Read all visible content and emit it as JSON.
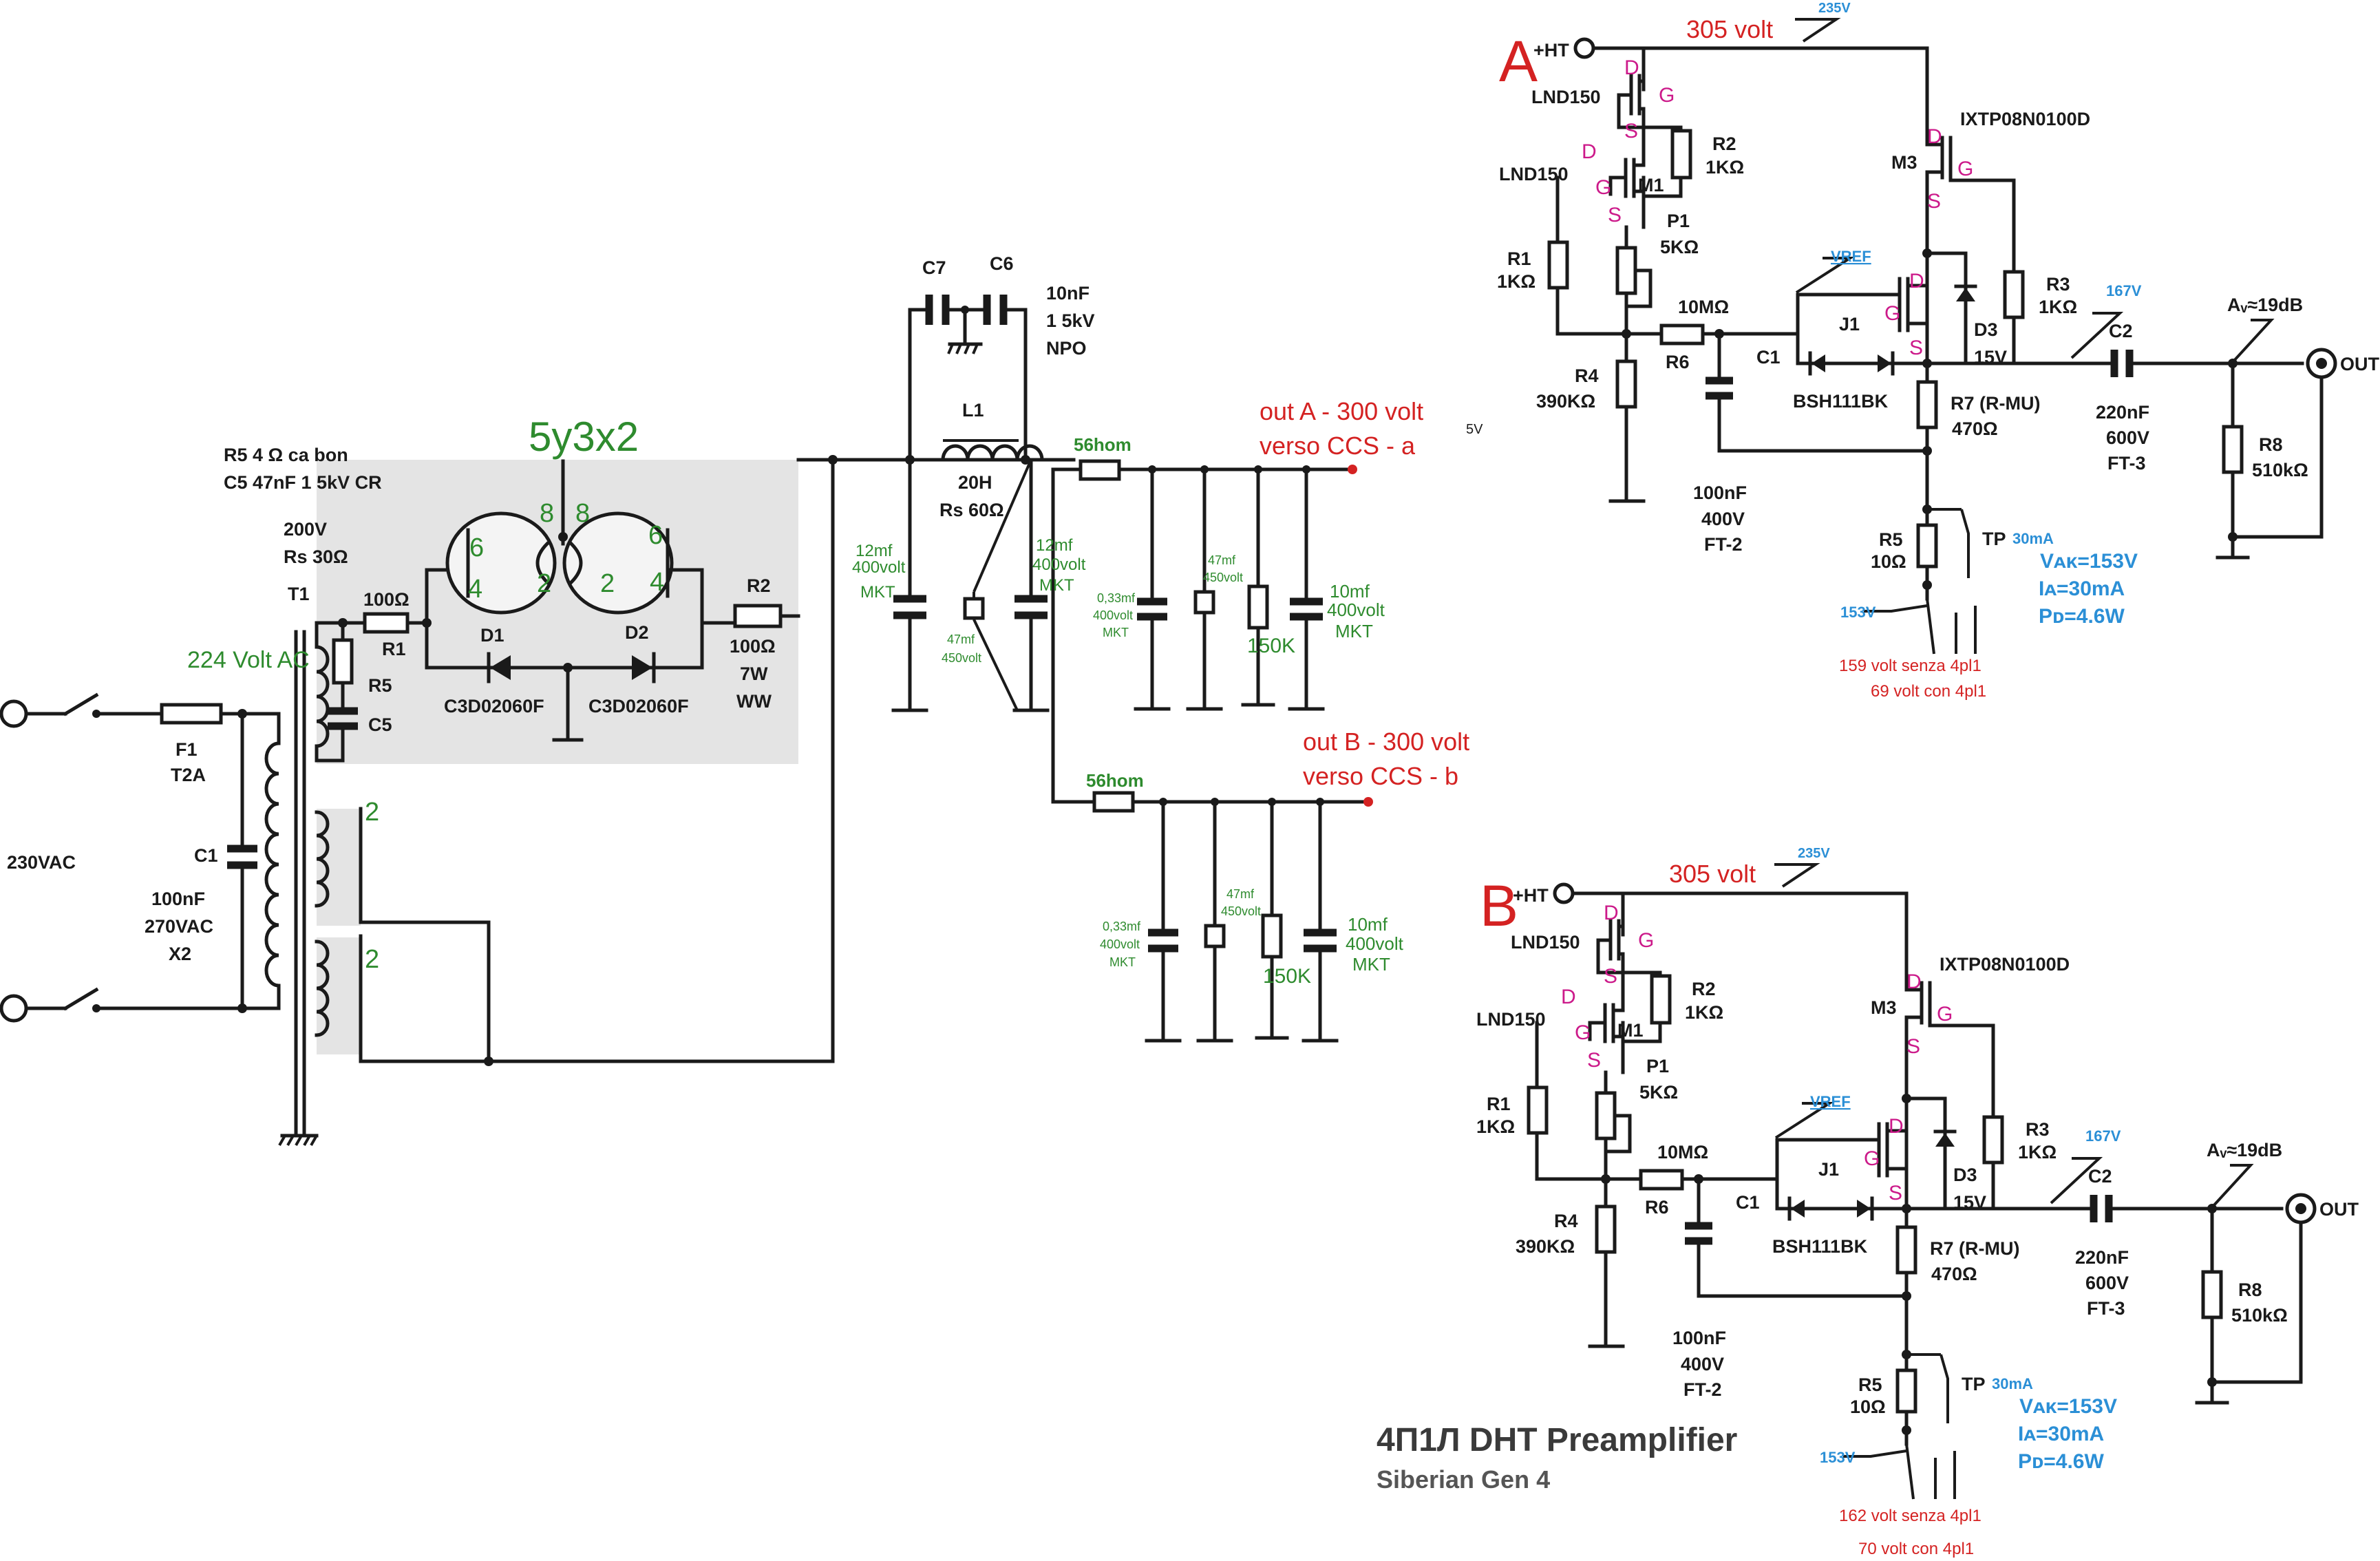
{
  "power_supply": {
    "mains": "230VAC",
    "secondary_ac": "224 Volt AC",
    "fuse": {
      "ref": "F1",
      "value": "T2A"
    },
    "c1": {
      "ref": "C1",
      "v1": "100nF",
      "v2": "270VAC",
      "v3": "X2"
    },
    "t1": "T1",
    "snubber_note1": "R5  4  Ω ca bon",
    "snubber_note2": "C5  47nF 1 5kV   CR",
    "winding": {
      "v": "200V",
      "rs": "Rs  30Ω"
    },
    "r1": {
      "ref": "R1",
      "val": "100Ω"
    },
    "r5": "R5",
    "c5": "C5",
    "rectifier": "5y3x2",
    "pin6": "6",
    "pin4": "4",
    "pin2": "2",
    "pin8": "8",
    "heater2": "2",
    "d1": {
      "ref": "D1",
      "part": "C3D02060F"
    },
    "d2": {
      "ref": "D2",
      "part": "C3D02060F"
    },
    "r2": {
      "ref": "R2",
      "v1": "100Ω",
      "v2": "7W",
      "v3": "WW"
    },
    "c7": "C7",
    "c6": "C6",
    "c6_note": {
      "v1": "10nF",
      "v2": "1 5kV",
      "v3": "NPO"
    },
    "l1": {
      "ref": "L1",
      "v1": "20H",
      "v2": "Rs  60Ω"
    },
    "cap12": {
      "v1": "12mf",
      "v2": "400volt",
      "v3": "MKT"
    },
    "cap47": {
      "v1": "47mf",
      "v2": "450volt"
    },
    "cap033": {
      "v1": "0,33mf",
      "v2": "400volt",
      "v3": "MKT"
    },
    "cap10": {
      "v1": "10mf",
      "v2": "400volt",
      "v3": "MKT"
    },
    "res56": "56hom",
    "res150": "150K",
    "stray": "5V",
    "out_a": {
      "l1": "out A - 300 volt",
      "l2": "verso CCS - a"
    },
    "out_b": {
      "l1": "out B - 300 volt",
      "l2": "verso CCS - b"
    }
  },
  "preamp": {
    "supply": "+HT",
    "supply_volt": "305 volt",
    "rail": "235V",
    "vref": "VREF",
    "d": "D",
    "g": "G",
    "s": "S",
    "q1": "LND150",
    "q2": "LND150",
    "m1": "M1",
    "m3": {
      "ref": "M3",
      "part": "IXTP08N0100D"
    },
    "r2": {
      "ref": "R2",
      "val": "1KΩ"
    },
    "p1": {
      "ref": "P1",
      "val": "5KΩ"
    },
    "r1": {
      "ref": "R1",
      "val": "1KΩ"
    },
    "r6": {
      "ref": "R6",
      "val": "10MΩ"
    },
    "r4": {
      "ref": "R4",
      "val": "390KΩ"
    },
    "c1": {
      "ref": "C1",
      "v1": "100nF",
      "v2": "400V",
      "v3": "FT-2"
    },
    "j1": {
      "ref": "J1",
      "part": "BSH111BK"
    },
    "d3": {
      "ref": "D3",
      "val": "15V"
    },
    "r3": {
      "ref": "R3",
      "val": "1KΩ"
    },
    "r7": {
      "ref": "R7 (R-MU)",
      "val": "470Ω"
    },
    "v167": "167V",
    "c2": {
      "ref": "C2",
      "v1": "220nF",
      "v2": "600V",
      "v3": "FT-3"
    },
    "gain": "Aᵥ≈19dB",
    "r8": {
      "ref": "R8",
      "val": "510kΩ"
    },
    "out": "OUT",
    "r5": {
      "ref": "R5",
      "val": "10Ω"
    },
    "tp": "TP",
    "tp_current": "30mA",
    "vak": "Vᴀᴋ=153V",
    "ia": "Iᴀ=30mA",
    "pd": "Pᴅ=4.6W",
    "v153": "153V",
    "a": {
      "letter": "A",
      "note1": "159 volt senza 4pl1",
      "note2": "69 volt con 4pl1"
    },
    "b": {
      "letter": "B",
      "note1": "162 volt senza 4pl1",
      "note2": "70 volt con 4pl1"
    },
    "title": "4П1Л DHT Preamplifier",
    "subtitle": "Siberian Gen 4"
  }
}
